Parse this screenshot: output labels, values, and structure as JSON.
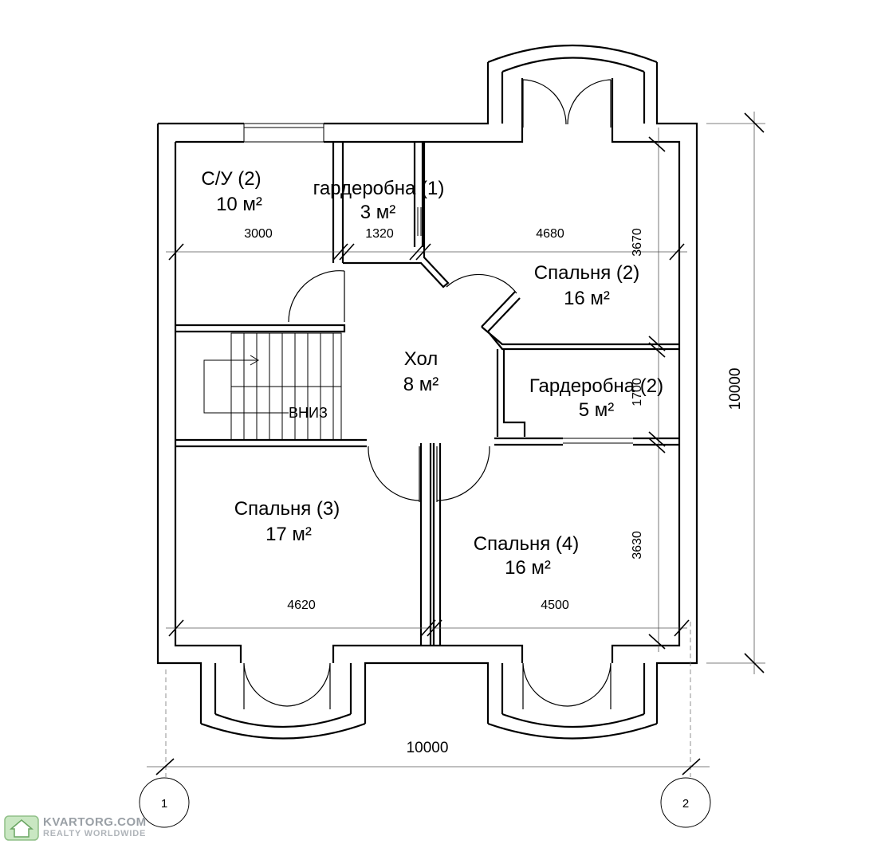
{
  "rooms": {
    "su2": {
      "name": "С/У (2)",
      "area": "10 м²"
    },
    "wardrobe1": {
      "name": "гардеробна (1)",
      "area": "3 м²"
    },
    "bedroom2": {
      "name": "Спальня (2)",
      "area": "16 м²"
    },
    "hall": {
      "name": "Хол",
      "area": "8 м²"
    },
    "wardrobe2": {
      "name": "Гардеробна (2)",
      "area": "5 м²"
    },
    "bedroom3": {
      "name": "Спальня (3)",
      "area": "17 м²"
    },
    "bedroom4": {
      "name": "Спальня (4)",
      "area": "16 м²"
    }
  },
  "stairs": {
    "label": "ВНИЗ"
  },
  "dimensions": {
    "su2_width": "3000",
    "wardrobe1_width": "1320",
    "bedroom2_width": "4680",
    "bedroom2_depth": "3670",
    "wardrobe2_depth": "1700",
    "bedroom3_width": "4620",
    "bedroom4_width": "4500",
    "bedroom4_depth": "3630",
    "overall_width": "10000",
    "overall_height": "10000"
  },
  "axes": {
    "left": "1",
    "right": "2"
  },
  "watermark": {
    "main": "KVARTORG.COM",
    "sub": "REALTY WORLDWIDE"
  }
}
